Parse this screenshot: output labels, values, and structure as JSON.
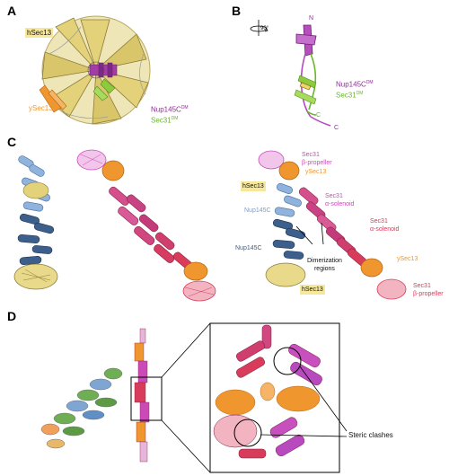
{
  "panels": {
    "A": {
      "letter": "A",
      "labels": {
        "hsec13": "hSec13",
        "ysec13": "ySec13",
        "nup145c_base": "Nup145C",
        "nup145c_sup": "DM",
        "sec31_base": "Sec31",
        "sec31_sup": "DM"
      }
    },
    "B": {
      "letter": "B",
      "rotation": "90°",
      "labels": {
        "n_term": "N",
        "c_term_green": "C",
        "c_term_purple": "C",
        "nup145c_base": "Nup145C",
        "nup145c_sup": "DM",
        "sec31_base": "Sec31",
        "sec31_sup": "DM"
      }
    },
    "C": {
      "letter": "C",
      "labels": {
        "sec31_bprop_top_1": "Sec31",
        "sec31_bprop_top_2": "β-propeller",
        "ysec13_top": "ySec13",
        "hsec13_mid": "hSec13",
        "nup145c_light": "Nup145C",
        "sec31_asol_1": "Sec31",
        "sec31_asol_2": "α-solenoid",
        "sec31_asol_red_1": "Sec31",
        "sec31_asol_red_2": "α-solenoid",
        "nup145c_dark": "Nup145C",
        "dimer_1": "Dimerization",
        "dimer_2": "regions",
        "ysec13_bottom": "ySec13",
        "hsec13_bottom": "hSec13",
        "sec31_bprop_red_1": "Sec31",
        "sec31_bprop_red_2": "β-propeller"
      }
    },
    "D": {
      "letter": "D",
      "labels": {
        "steric": "Steric clashes"
      }
    }
  },
  "colors": {
    "hsec13": "#e3d27a",
    "ysec13": "#f0962e",
    "nup145c_light": "#8fb3dc",
    "nup145c_dark": "#3d5f8c",
    "sec31_magenta": "#cc49b8",
    "sec31_red": "#d83c5a",
    "sec31_green": "#8ccb3c",
    "label_highlight": "#f6e79a"
  }
}
